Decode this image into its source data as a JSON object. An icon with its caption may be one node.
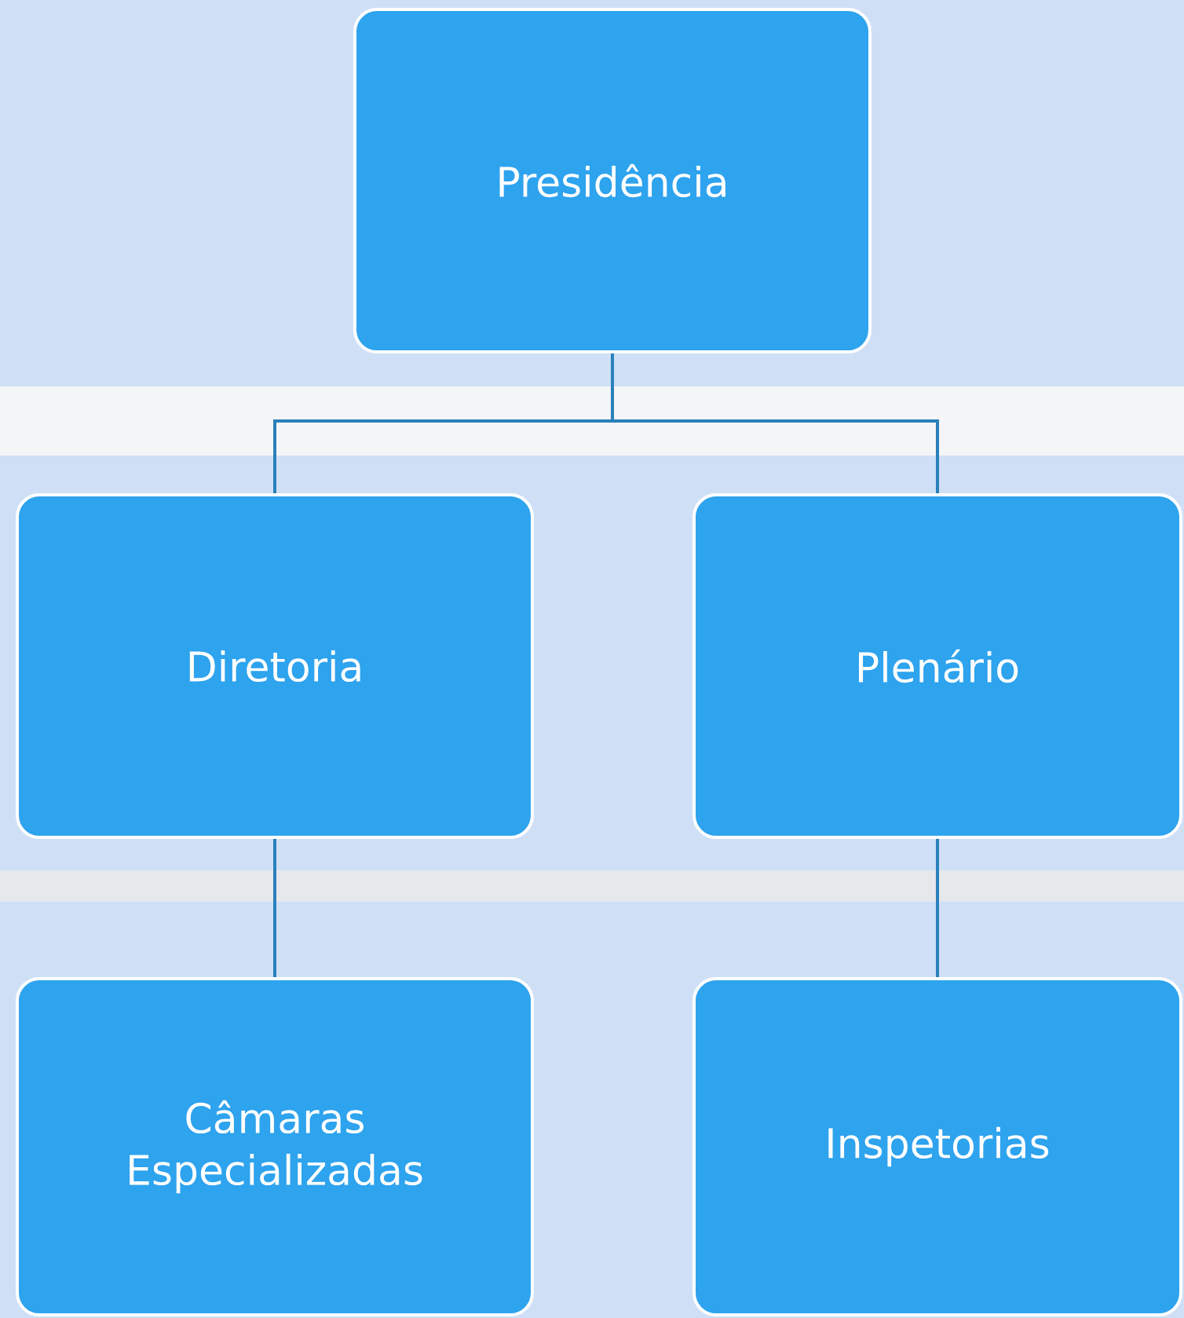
{
  "diagram": {
    "nodes": [
      {
        "text": [
          "Presidência"
        ]
      },
      {
        "text": [
          "Diretoria"
        ]
      },
      {
        "text": [
          "Plenário"
        ]
      },
      {
        "text": [
          "Câmaras Especializadas"
        ]
      },
      {
        "text": [
          "Inspetorias"
        ]
      }
    ],
    "edges": [
      {
        "from": 0,
        "to": 1,
        "arrow": "none"
      },
      {
        "from": 0,
        "to": 2,
        "arrow": "none"
      },
      {
        "from": 1,
        "to": 3,
        "arrow": "none"
      },
      {
        "from": 2,
        "to": 4,
        "arrow": "none"
      }
    ]
  }
}
